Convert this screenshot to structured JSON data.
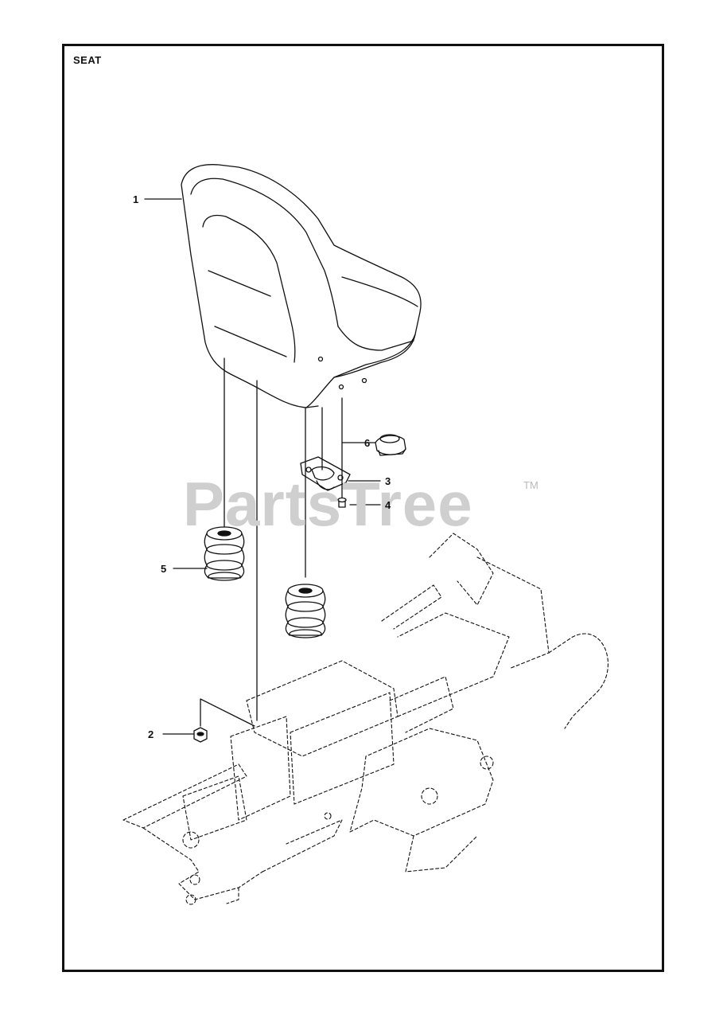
{
  "title": "SEAT",
  "watermark": "PartsTree",
  "trademark": "TM",
  "callouts": [
    "1",
    "2",
    "3",
    "4",
    "5",
    "6"
  ],
  "colors": {
    "line": "#111111",
    "watermark": "#cfcfcf",
    "background": "#ffffff"
  }
}
